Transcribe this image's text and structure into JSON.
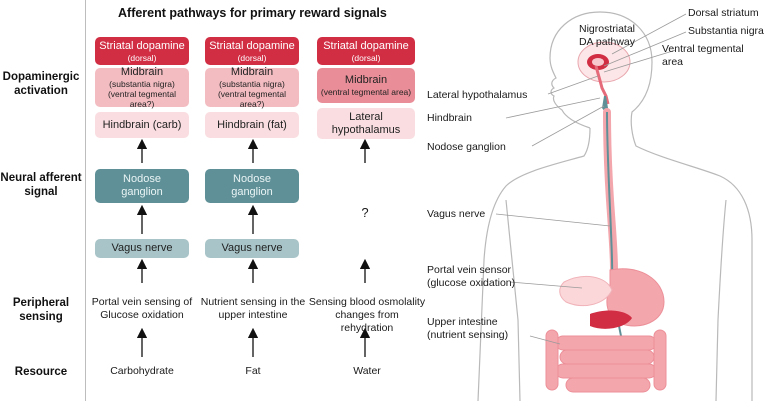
{
  "title": "Afferent pathways for primary reward signals",
  "row_labels": {
    "dopaminergic": "Dopaminergic activation",
    "neural": "Neural afferent signal",
    "peripheral": "Peripheral sensing",
    "resource": "Resource"
  },
  "columns": [
    {
      "striatal": "Striatal dopamine",
      "striatal_sub": "(dorsal)",
      "midbrain": "Midbrain",
      "midbrain_sub": "(substantia nigra) (ventral tegmental area?)",
      "hind": "Hindbrain (carb)",
      "nodose": "Nodose ganglion",
      "vagus": "Vagus nerve",
      "sensing": "Portal vein sensing of Glucose oxidation",
      "resource": "Carbohydrate"
    },
    {
      "striatal": "Striatal dopamine",
      "striatal_sub": "(dorsal)",
      "midbrain": "Midbrain",
      "midbrain_sub": "(substantia nigra) (ventral tegmental area?)",
      "hind": "Hindbrain (fat)",
      "nodose": "Nodose ganglion",
      "vagus": "Vagus nerve",
      "sensing": "Nutrient sensing in the upper intestine",
      "resource": "Fat"
    },
    {
      "striatal": "Striatal dopamine",
      "striatal_sub": "(dorsal)",
      "midbrain": "Midbrain",
      "midbrain_sub": "(ventral tegmental area)",
      "hind": "Lateral hypothalamus",
      "unknown": "?",
      "sensing": "Sensing blood osmolality changes from rehydration",
      "resource": "Water"
    }
  ],
  "anatomy": {
    "dorsal_striatum": "Dorsal striatum",
    "substantia_nigra": "Substantia nigra",
    "vta": "Ventral tegmental area",
    "nigrostriatal": "Nigrostriatal DA pathway",
    "lateral_hypothalamus": "Lateral hypothalamus",
    "hindbrain": "Hindbrain",
    "nodose": "Nodose ganglion",
    "vagus": "Vagus nerve",
    "portal_vein": "Portal vein sensor (glucose oxidation)",
    "upper_intestine": "Upper intestine (nutrient sensing)"
  },
  "colors": {
    "striatal": "#d12e44",
    "midbrain": "#f2bcc1",
    "midbrain_strong": "#e98e98",
    "hindbrain": "#f9dde0",
    "nodose": "#5f9097",
    "vagus": "#a8c4c8",
    "organ": "#f4a6ad"
  }
}
